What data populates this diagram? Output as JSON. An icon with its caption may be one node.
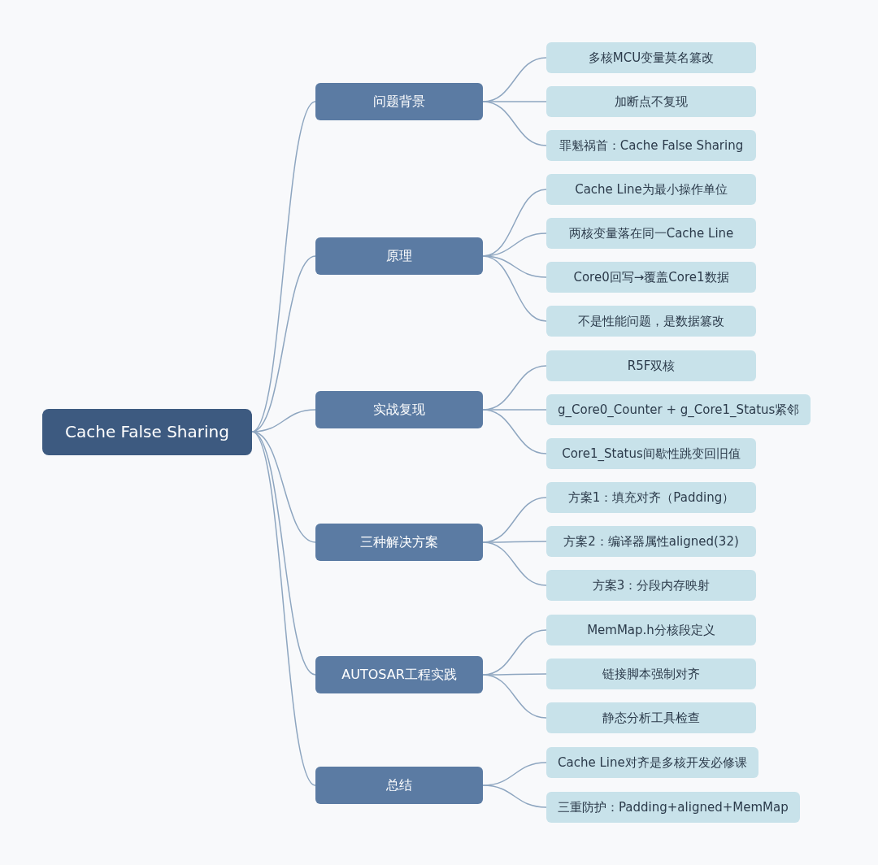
{
  "diagram": {
    "nodes": [
      {
        "text": [
          "Cache False Sharing"
        ]
      },
      {
        "text": [
          "问题背景"
        ]
      },
      {
        "text": [
          "多核MCU变量莫名篡改"
        ]
      },
      {
        "text": [
          "加断点不复现"
        ]
      },
      {
        "text": [
          "罪魁祸首：Cache False Sharing"
        ]
      },
      {
        "text": [
          "原理"
        ]
      },
      {
        "text": [
          "Cache Line为最小操作单位"
        ]
      },
      {
        "text": [
          "两核变量落在同一Cache Line"
        ]
      },
      {
        "text": [
          "Core0回写→覆盖Core1数据"
        ]
      },
      {
        "text": [
          "不是性能问题，是数据篡改"
        ]
      },
      {
        "text": [
          "实战复现"
        ]
      },
      {
        "text": [
          "R5F双核"
        ]
      },
      {
        "text": [
          "g_Core0_Counter + g_Core1_Status紧邻"
        ]
      },
      {
        "text": [
          "Core1_Status间歇性跳变回旧值"
        ]
      },
      {
        "text": [
          "三种解决方案"
        ]
      },
      {
        "text": [
          "方案1：填充对齐（Padding）"
        ]
      },
      {
        "text": [
          "方案2：编译器属性aligned(32)"
        ]
      },
      {
        "text": [
          "方案3：分段内存映射"
        ]
      },
      {
        "text": [
          "AUTOSAR工程实践"
        ]
      },
      {
        "text": [
          "MemMap.h分核段定义"
        ]
      },
      {
        "text": [
          "链接脚本强制对齐"
        ]
      },
      {
        "text": [
          "静态分析工具检查"
        ]
      },
      {
        "text": [
          "总结"
        ]
      },
      {
        "text": [
          "Cache Line对齐是多核开发必修课"
        ]
      },
      {
        "text": [
          "三重防护：Padding+aligned+MemMap"
        ]
      }
    ],
    "edges": [
      {
        "from": 0,
        "to": 1,
        "arrow": "none"
      },
      {
        "from": 0,
        "to": 5,
        "arrow": "none"
      },
      {
        "from": 0,
        "to": 10,
        "arrow": "none"
      },
      {
        "from": 0,
        "to": 14,
        "arrow": "none"
      },
      {
        "from": 0,
        "to": 18,
        "arrow": "none"
      },
      {
        "from": 0,
        "to": 22,
        "arrow": "none"
      },
      {
        "from": 1,
        "to": 2,
        "arrow": "none"
      },
      {
        "from": 1,
        "to": 3,
        "arrow": "none"
      },
      {
        "from": 1,
        "to": 4,
        "arrow": "none"
      },
      {
        "from": 5,
        "to": 6,
        "arrow": "none"
      },
      {
        "from": 5,
        "to": 7,
        "arrow": "none"
      },
      {
        "from": 5,
        "to": 8,
        "arrow": "none"
      },
      {
        "from": 5,
        "to": 9,
        "arrow": "none"
      },
      {
        "from": 10,
        "to": 11,
        "arrow": "none"
      },
      {
        "from": 10,
        "to": 12,
        "arrow": "none"
      },
      {
        "from": 10,
        "to": 13,
        "arrow": "none"
      },
      {
        "from": 14,
        "to": 15,
        "arrow": "none"
      },
      {
        "from": 14,
        "to": 16,
        "arrow": "none"
      },
      {
        "from": 14,
        "to": 17,
        "arrow": "none"
      },
      {
        "from": 18,
        "to": 19,
        "arrow": "none"
      },
      {
        "from": 18,
        "to": 20,
        "arrow": "none"
      },
      {
        "from": 18,
        "to": 21,
        "arrow": "none"
      },
      {
        "from": 22,
        "to": 23,
        "arrow": "none"
      },
      {
        "from": 22,
        "to": 24,
        "arrow": "none"
      }
    ]
  }
}
